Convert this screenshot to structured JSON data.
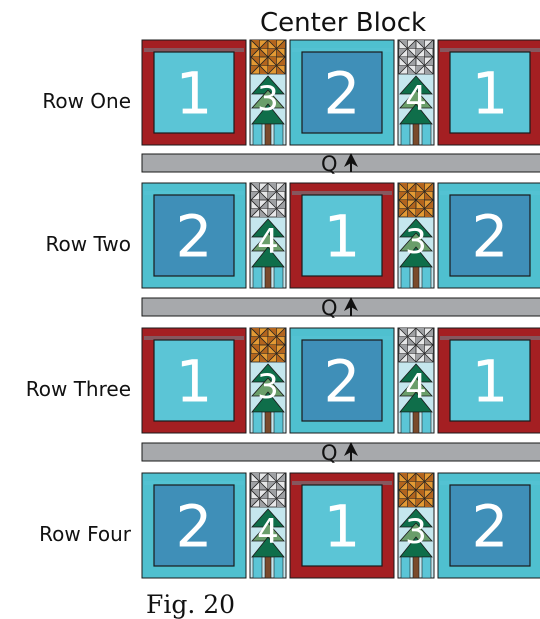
{
  "title": "Center Block",
  "figure_caption": "Fig. 20",
  "rows": [
    {
      "label": "Row One",
      "blocks": [
        "1",
        "2",
        "1"
      ],
      "tree_numbers": [
        "3",
        "4"
      ],
      "sash": [
        "dark",
        "light",
        "dark"
      ],
      "tree_style": [
        "orange",
        "white"
      ]
    },
    {
      "label": "Row Two",
      "blocks": [
        "2",
        "1",
        "2"
      ],
      "tree_numbers": [
        "4",
        "3"
      ],
      "sash": [
        "light",
        "dark",
        "light"
      ],
      "tree_style": [
        "white",
        "orange"
      ]
    },
    {
      "label": "Row Three",
      "blocks": [
        "1",
        "2",
        "1"
      ],
      "tree_numbers": [
        "3",
        "4"
      ],
      "sash": [
        "dark",
        "light",
        "dark"
      ],
      "tree_style": [
        "orange",
        "white"
      ]
    },
    {
      "label": "Row Four",
      "blocks": [
        "2",
        "1",
        "2"
      ],
      "tree_numbers": [
        "4",
        "3"
      ],
      "sash": [
        "light",
        "dark",
        "light"
      ],
      "tree_style": [
        "white",
        "orange"
      ]
    }
  ],
  "sashing_strip": {
    "letter": "Q",
    "arrow_icon": "up-arrow-icon"
  },
  "colors": {
    "frame_red": "#a41f22",
    "frame_teal": "#4fc0cf",
    "block_1": "#5bc5d6",
    "block_2": "#3f8fb8",
    "strip_grey": "#a7a9ac",
    "tree_dark_green": "#0f6e4a",
    "tree_light_green": "#6a9e6a",
    "trunk_brown": "#7a4a2c",
    "star_orange": "#e39a34",
    "star_dark_orange": "#b3651e",
    "star_white": "#e6e7e8",
    "star_grey": "#9fa1a4",
    "tree_bg": "#c5e7ee"
  }
}
